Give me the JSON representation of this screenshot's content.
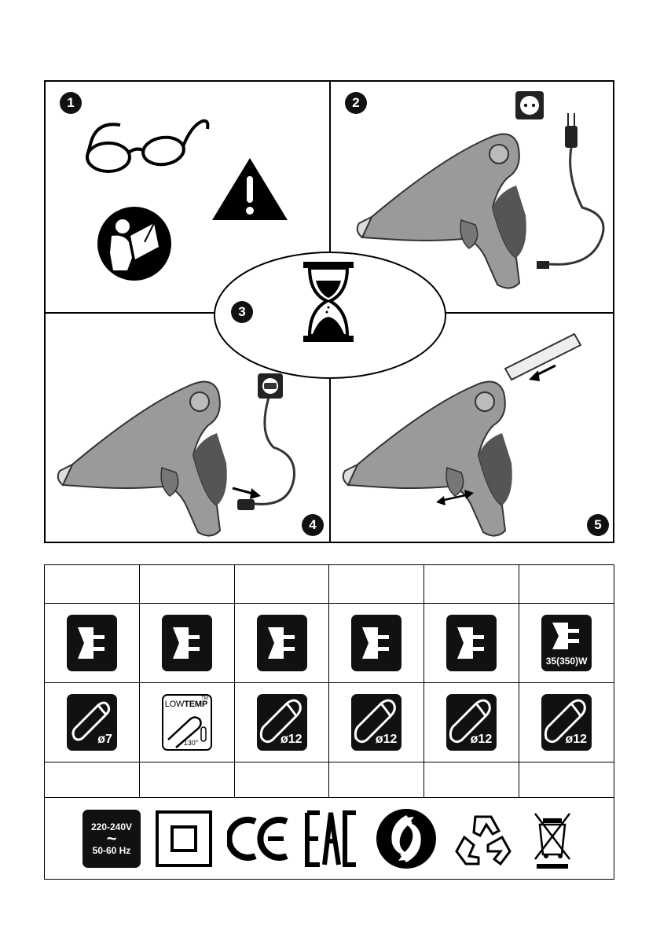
{
  "steps": [
    "1",
    "2",
    "3",
    "4",
    "5"
  ],
  "spec_table": {
    "power": {
      "label": "35(350)W"
    },
    "sticks": [
      {
        "diameter": "ø7"
      },
      {
        "lowtemp_label_a": "LOW",
        "lowtemp_label_b": "TEMP",
        "tm": "TM",
        "temp": "130°"
      },
      {
        "diameter": "ø12"
      },
      {
        "diameter": "ø12"
      },
      {
        "diameter": "ø12"
      },
      {
        "diameter": "ø12"
      }
    ]
  },
  "certifications": {
    "voltage_line1": "220-240V",
    "voltage_symbol": "~",
    "voltage_line2": "50-60 Hz"
  }
}
